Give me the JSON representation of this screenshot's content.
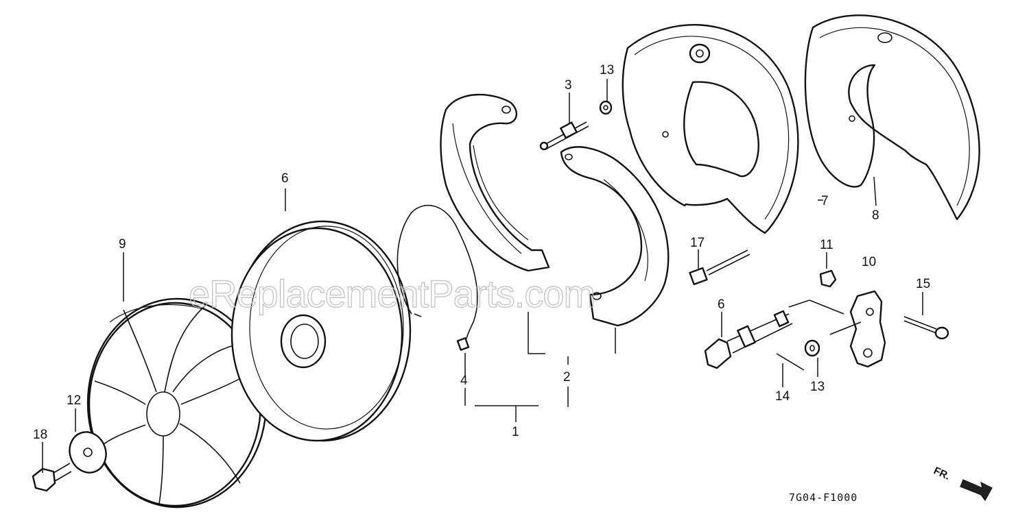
{
  "diagram": {
    "drawing_code": "7G04-F1000",
    "direction_label": "FR.",
    "watermark": "eReplacementParts.com",
    "callouts": {
      "c1": "1",
      "c2": "2",
      "c3": "3",
      "c4": "4",
      "c6a": "6",
      "c6b": "6",
      "c7": "7",
      "c8": "8",
      "c9": "9",
      "c10": "10",
      "c11": "11",
      "c12": "12",
      "c13a": "13",
      "c13b": "13",
      "c14": "14",
      "c15": "15",
      "c17": "17",
      "c18": "18"
    }
  }
}
